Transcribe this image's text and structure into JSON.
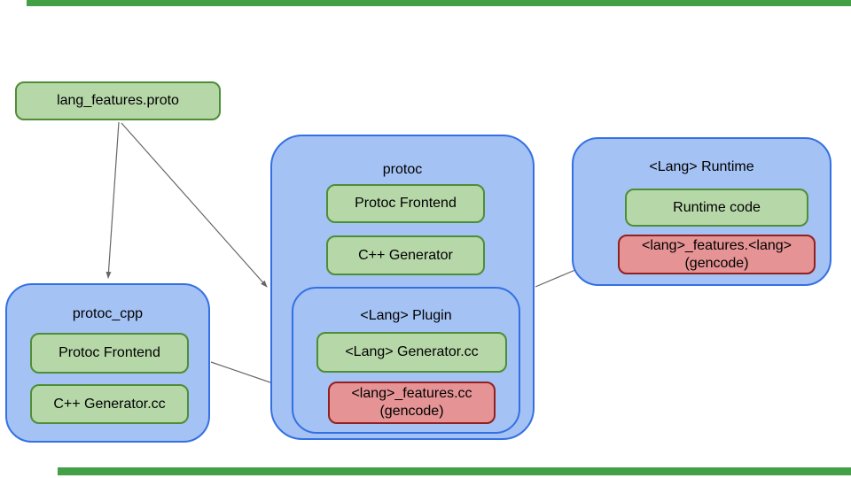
{
  "palette": {
    "container_fill": "#a4c2f4",
    "container_border": "#3470e4",
    "green_fill": "#b6d7a8",
    "green_border": "#4e8e36",
    "red_fill": "#e59394",
    "red_border": "#92201f",
    "arrow": "#666666",
    "edge_bar": "#43a047",
    "text": "#000000"
  },
  "diagram": {
    "proto_file": {
      "label": "lang_features.proto"
    },
    "protoc_cpp": {
      "title": "protoc_cpp",
      "items": [
        "Protoc Frontend",
        "C++ Generator.cc"
      ]
    },
    "protoc": {
      "title": "protoc",
      "items": [
        "Protoc Frontend",
        "C++ Generator"
      ],
      "plugin": {
        "title": "<Lang> Plugin",
        "generator": "<Lang> Generator.cc",
        "gencode_line1": "<lang>_features.cc",
        "gencode_line2": "(gencode)"
      }
    },
    "runtime": {
      "title": "<Lang> Runtime",
      "runtime_code": "Runtime code",
      "gencode_line1": "<lang>_features.<lang>",
      "gencode_line2": "(gencode)"
    },
    "connections": [
      {
        "from": "lang_features.proto",
        "to": "protoc_cpp"
      },
      {
        "from": "lang_features.proto",
        "to": "protoc"
      },
      {
        "from": "protoc_cpp",
        "to": "<lang>_features.cc (gencode)"
      },
      {
        "from": "protoc",
        "to": "<lang>_features.<lang> (gencode)"
      }
    ]
  }
}
